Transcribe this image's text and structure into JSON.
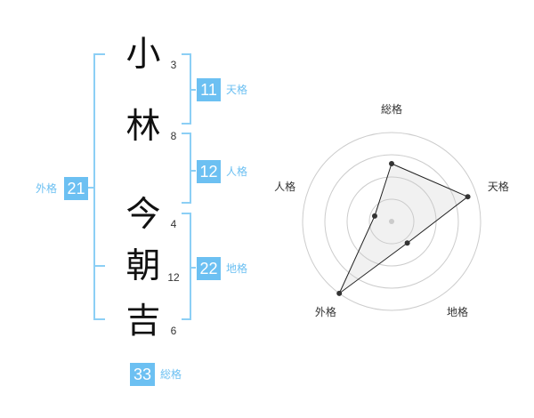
{
  "name": {
    "chars": [
      {
        "char": "小",
        "strokes": "3"
      },
      {
        "char": "林",
        "strokes": "8"
      },
      {
        "char": "今",
        "strokes": "4"
      },
      {
        "char": "朝",
        "strokes": "12"
      },
      {
        "char": "吉",
        "strokes": "6"
      }
    ]
  },
  "kakusu": {
    "tenkaku": {
      "value": "11",
      "label": "天格"
    },
    "jinkaku": {
      "value": "12",
      "label": "人格"
    },
    "chikaku": {
      "value": "22",
      "label": "地格"
    },
    "gaikaku": {
      "value": "21",
      "label": "外格"
    },
    "soukaku": {
      "value": "33",
      "label": "総格"
    }
  },
  "colors": {
    "accent": "#6cc0f2",
    "bracket": "#8ccff5"
  },
  "chart_data": {
    "type": "radar",
    "axes": [
      "総格",
      "天格",
      "地格",
      "外格",
      "人格"
    ],
    "values": [
      0.65,
      0.9,
      0.3,
      1.0,
      0.2
    ],
    "rings": 4,
    "range": [
      0,
      1
    ]
  }
}
